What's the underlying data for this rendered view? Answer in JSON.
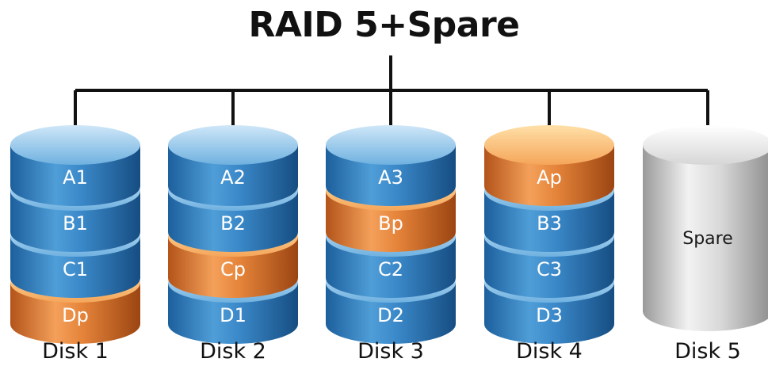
{
  "title": "RAID 5+Spare",
  "colors": {
    "data_block": "#2f7fc4",
    "parity_block": "#e07b2a",
    "spare": "#c9c9c9",
    "connector": "#111111"
  },
  "disks": [
    {
      "label": "Disk 1",
      "segments": [
        {
          "text": "A1",
          "kind": "data"
        },
        {
          "text": "B1",
          "kind": "data"
        },
        {
          "text": "C1",
          "kind": "data"
        },
        {
          "text": "Dp",
          "kind": "parity"
        }
      ]
    },
    {
      "label": "Disk 2",
      "segments": [
        {
          "text": "A2",
          "kind": "data"
        },
        {
          "text": "B2",
          "kind": "data"
        },
        {
          "text": "Cp",
          "kind": "parity"
        },
        {
          "text": "D1",
          "kind": "data"
        }
      ]
    },
    {
      "label": "Disk 3",
      "segments": [
        {
          "text": "A3",
          "kind": "data"
        },
        {
          "text": "Bp",
          "kind": "parity"
        },
        {
          "text": "C2",
          "kind": "data"
        },
        {
          "text": "D2",
          "kind": "data"
        }
      ]
    },
    {
      "label": "Disk 4",
      "segments": [
        {
          "text": "Ap",
          "kind": "parity"
        },
        {
          "text": "B3",
          "kind": "data"
        },
        {
          "text": "C3",
          "kind": "data"
        },
        {
          "text": "D3",
          "kind": "data"
        }
      ]
    },
    {
      "label": "Disk 5",
      "spare_text": "Spare",
      "segments": []
    }
  ]
}
